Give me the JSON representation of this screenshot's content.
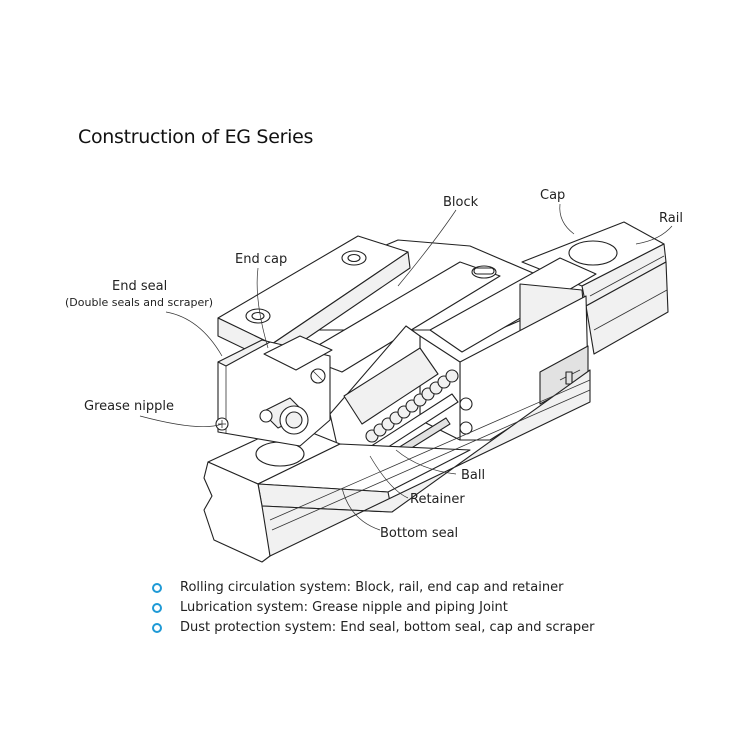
{
  "title": "Construction of EG Series",
  "labels": {
    "block": "Block",
    "cap": "Cap",
    "rail": "Rail",
    "end_cap": "End cap",
    "end_seal": "End seal",
    "end_seal_note": "(Double seals and scraper)",
    "grease_nipple": "Grease nipple",
    "ball": "Ball",
    "retainer": "Retainer",
    "bottom_seal": "Bottom seal"
  },
  "bullets": [
    "Rolling circulation system: Block, rail, end cap and retainer",
    "Lubrication system: Grease nipple and piping Joint",
    "Dust protection system: End seal, bottom seal, cap and scraper"
  ],
  "colors": {
    "bullet_accent": "#1f9ad6",
    "line": "#222222"
  }
}
